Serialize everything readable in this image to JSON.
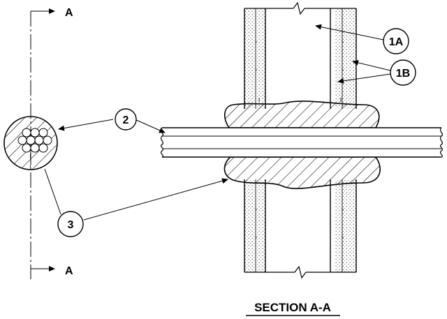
{
  "section_marker": {
    "top_label": "A",
    "bottom_label": "A"
  },
  "callouts": {
    "c1a": "1A",
    "c1b": "1B",
    "c2": "2",
    "c3": "3"
  },
  "title": "SECTION A-A",
  "colors": {
    "ink": "#000000",
    "paper": "#ffffff",
    "dots": "#555555"
  }
}
